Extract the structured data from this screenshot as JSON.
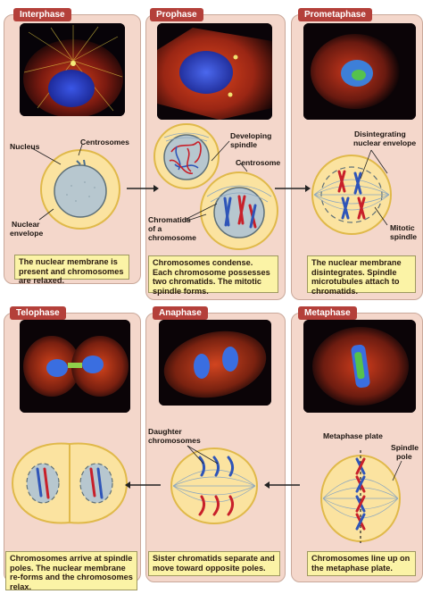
{
  "phases": {
    "interphase": {
      "title": "Interphase",
      "labels": {
        "nucleus": "Nucleus",
        "centrosomes": "Centrosomes",
        "nuclear_envelope_1": "Nuclear",
        "nuclear_envelope_2": "envelope"
      },
      "caption": "The nuclear membrane is present and chromosomes are relaxed."
    },
    "prophase": {
      "title": "Prophase",
      "labels": {
        "developing_1": "Developing",
        "developing_2": "spindle",
        "centrosome": "Centrosome",
        "chromatids_1": "Chromatids",
        "chromatids_2": "of a",
        "chromatids_3": "chromosome"
      },
      "caption": "Chromosomes condense. Each chromosome possesses two chromatids. The mitotic spindle forms."
    },
    "prometaphase": {
      "title": "Prometaphase",
      "labels": {
        "disintegrating_1": "Disintegrating",
        "disintegrating_2": "nuclear envelope",
        "mitotic_1": "Mitotic",
        "mitotic_2": "spindle"
      },
      "caption": "The nuclear membrane disintegrates. Spindle microtubules attach to chromatids."
    },
    "telophase": {
      "title": "Telophase",
      "caption": "Chromosomes arrive at spindle poles. The nuclear membrane re-forms and the chromosomes relax."
    },
    "anaphase": {
      "title": "Anaphase",
      "labels": {
        "daughter_1": "Daughter",
        "daughter_2": "chromosomes"
      },
      "caption": "Sister chromatids separate and move toward opposite poles."
    },
    "metaphase": {
      "title": "Metaphase",
      "labels": {
        "plate": "Metaphase plate",
        "spindle_1": "Spindle",
        "spindle_2": "pole"
      },
      "caption": "Chromosomes line up on the metaphase plate."
    }
  },
  "colors": {
    "panel": "#f4d7cb",
    "tab": "#b4403a",
    "caption": "#fbf3a6",
    "cell": "#fbe3a0",
    "nucleus": "#b7c7cf",
    "red_chromatid": "#c8202a",
    "blue_chromatid": "#2f55b8"
  }
}
